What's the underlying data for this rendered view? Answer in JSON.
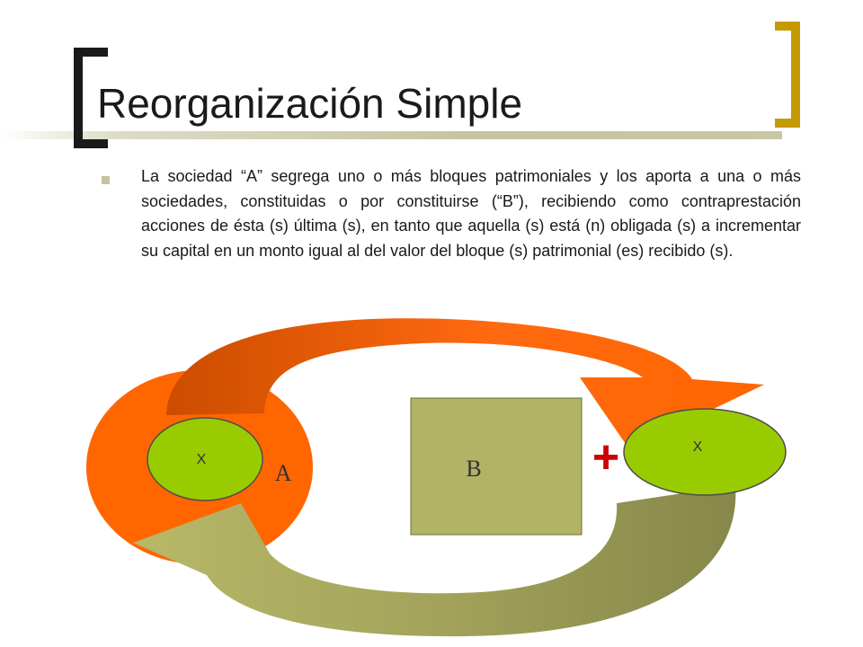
{
  "slide": {
    "title": "Reorganización Simple",
    "bullet": "La sociedad “A” segrega uno o más bloques patrimoniales y los aporta a una o más sociedades, constituidas o por constituirse (“B”), recibiendo como contraprestación acciones de ésta (s) última (s), en tanto que aquella (s) está (n) obligada (s) a incrementar su capital en un monto igual al del valor del bloque (s) patrimonial (es) recibido (s)."
  },
  "diagram": {
    "company_a_label": "A",
    "company_b_label": "B",
    "block_left_label": "X",
    "block_right_label": "X",
    "plus_sign": "+"
  },
  "colors": {
    "orange": "#ff6600",
    "orange_dark": "#cc5200",
    "green": "#99cc00",
    "olive_box": "#b3b366",
    "olive_arrow": "#b5b564",
    "olive_dark": "#8a8a4c",
    "accent_gold": "#c49a00"
  }
}
